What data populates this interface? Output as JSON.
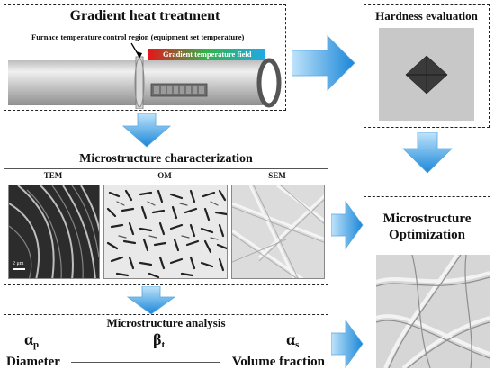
{
  "heat_treatment": {
    "title": "Gradient heat treatment",
    "region_label": "Furnace temperature control region (equipment set temperature)",
    "field_label": "Gradient temperature field",
    "colors": {
      "gradient_start": "#e8141a",
      "gradient_mid": "#31b44b",
      "gradient_end": "#21a8e8"
    }
  },
  "hardness": {
    "title": "Hardness  evaluation"
  },
  "characterization": {
    "title": "Microstructure characterization",
    "panels": [
      {
        "label": "TEM",
        "scale_label": "2 μm"
      },
      {
        "label": "OM"
      },
      {
        "label": "SEM"
      }
    ]
  },
  "analysis": {
    "title": "Microstructure analysis",
    "symbols": [
      {
        "base": "α",
        "sub": "p"
      },
      {
        "base": "β",
        "sub": "t"
      },
      {
        "base": "α",
        "sub": "s"
      }
    ],
    "left_caption": "Diameter",
    "right_caption": "Volume fraction"
  },
  "optimization": {
    "title_line1": "Microstructure",
    "title_line2": "Optimization"
  },
  "colors": {
    "arrow_light": "#bfe4fb",
    "arrow_dark": "#1a86d8",
    "panel_gray": "#c8c8c8"
  }
}
